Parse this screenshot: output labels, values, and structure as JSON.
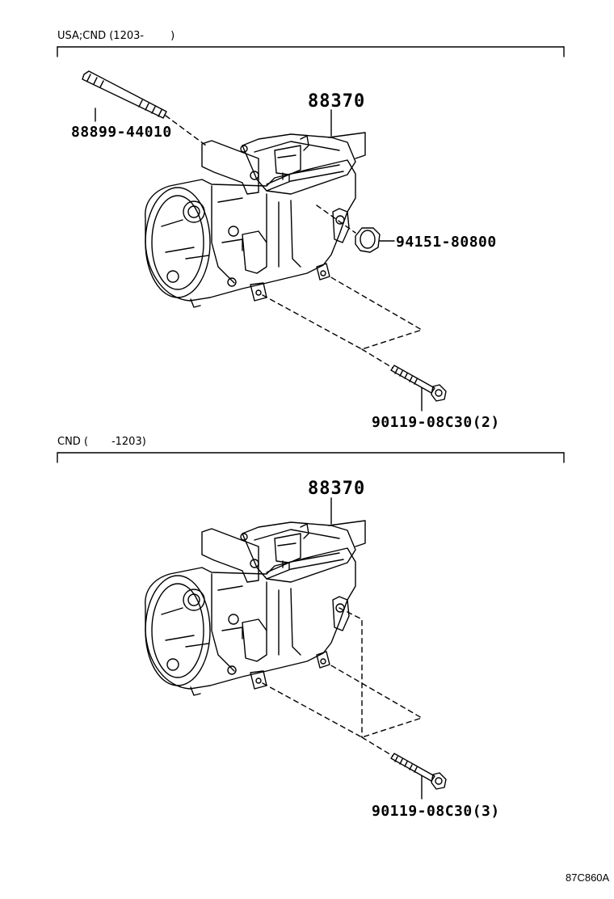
{
  "sections": [
    {
      "label": "USA;CND (1203-        )",
      "parts": {
        "compressor": "88370",
        "stud_bolt": "88899-44010",
        "nut": "94151-80800",
        "bolt": "90119-08C30(2)"
      }
    },
    {
      "label": "CND (       -1203)",
      "parts": {
        "compressor": "88370",
        "bolt": "90119-08C30(3)"
      }
    }
  ],
  "illustration_code": "87C860A"
}
